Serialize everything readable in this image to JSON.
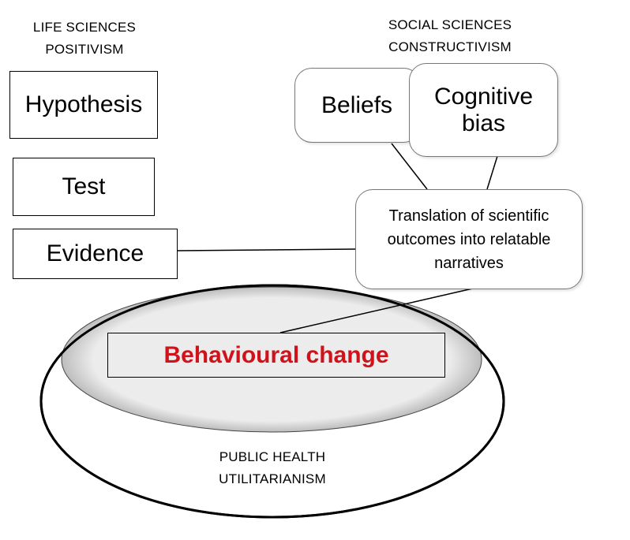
{
  "life_sciences": {
    "heading": [
      "LIFE SCIENCES",
      "POSITIVISM"
    ],
    "steps": [
      "Hypothesis",
      "Test",
      "Evidence"
    ]
  },
  "social_sciences": {
    "heading": [
      "SOCIAL SCIENCES",
      "CONSTRUCTIVISM"
    ],
    "nodes": [
      "Beliefs",
      "Cognitive bias"
    ]
  },
  "translation": {
    "text": [
      "Translation of scientific",
      "outcomes into relatable",
      "narratives"
    ]
  },
  "public_health": {
    "heading": [
      "PUBLIC HEALTH",
      "UTILITARIANISM"
    ],
    "outcome": "Behavioural change"
  },
  "colors": {
    "outcome_text": "#d0121b",
    "inner_ellipse": "#ececec"
  }
}
